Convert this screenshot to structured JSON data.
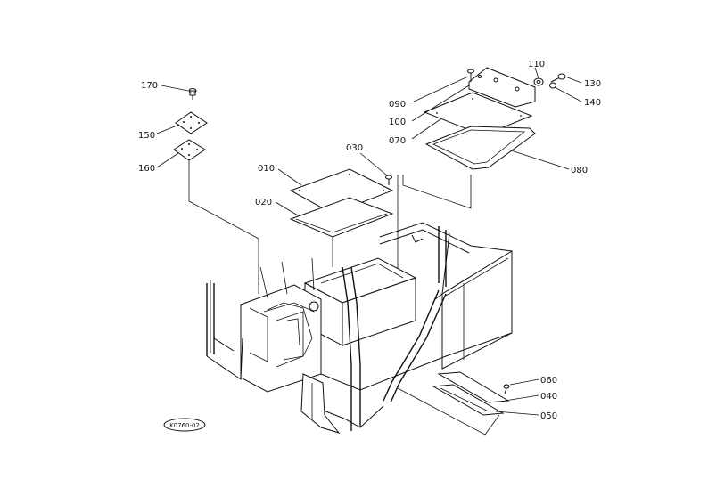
{
  "diagram": {
    "part_callouts": [
      {
        "id": "170",
        "label": "170"
      },
      {
        "id": "150",
        "label": "150"
      },
      {
        "id": "160",
        "label": "160"
      },
      {
        "id": "010",
        "label": "010"
      },
      {
        "id": "020",
        "label": "020"
      },
      {
        "id": "030",
        "label": "030"
      },
      {
        "id": "090",
        "label": "090"
      },
      {
        "id": "100",
        "label": "100"
      },
      {
        "id": "070",
        "label": "070"
      },
      {
        "id": "110",
        "label": "110"
      },
      {
        "id": "130",
        "label": "130"
      },
      {
        "id": "140",
        "label": "140"
      },
      {
        "id": "080",
        "label": "080"
      },
      {
        "id": "060",
        "label": "060"
      },
      {
        "id": "040",
        "label": "040"
      },
      {
        "id": "050",
        "label": "050"
      }
    ],
    "drawing_number": "K0760-02"
  }
}
